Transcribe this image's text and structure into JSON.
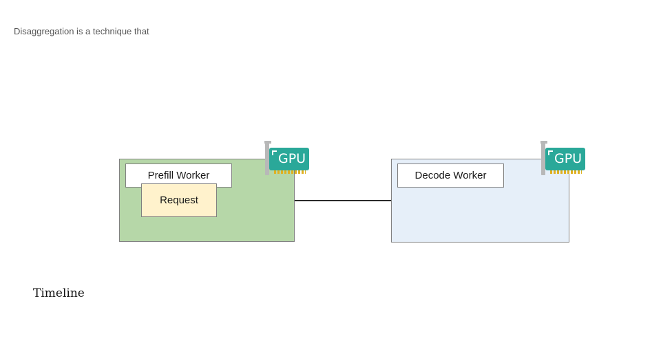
{
  "intro_text": "Disaggregation is a technique that",
  "diagram": {
    "prefill_worker": {
      "label": "Prefill Worker",
      "request_label": "Request",
      "gpu_label": "GPU",
      "fill_color": "#b6d7a8"
    },
    "decode_worker": {
      "label": "Decode Worker",
      "gpu_label": "GPU",
      "fill_color": "#e6eff9"
    },
    "request_fill_color": "#fff2cc",
    "gpu_color": "#2aa899",
    "gpu_icon": "gpu-card-icon"
  },
  "timeline_heading": "Timeline"
}
